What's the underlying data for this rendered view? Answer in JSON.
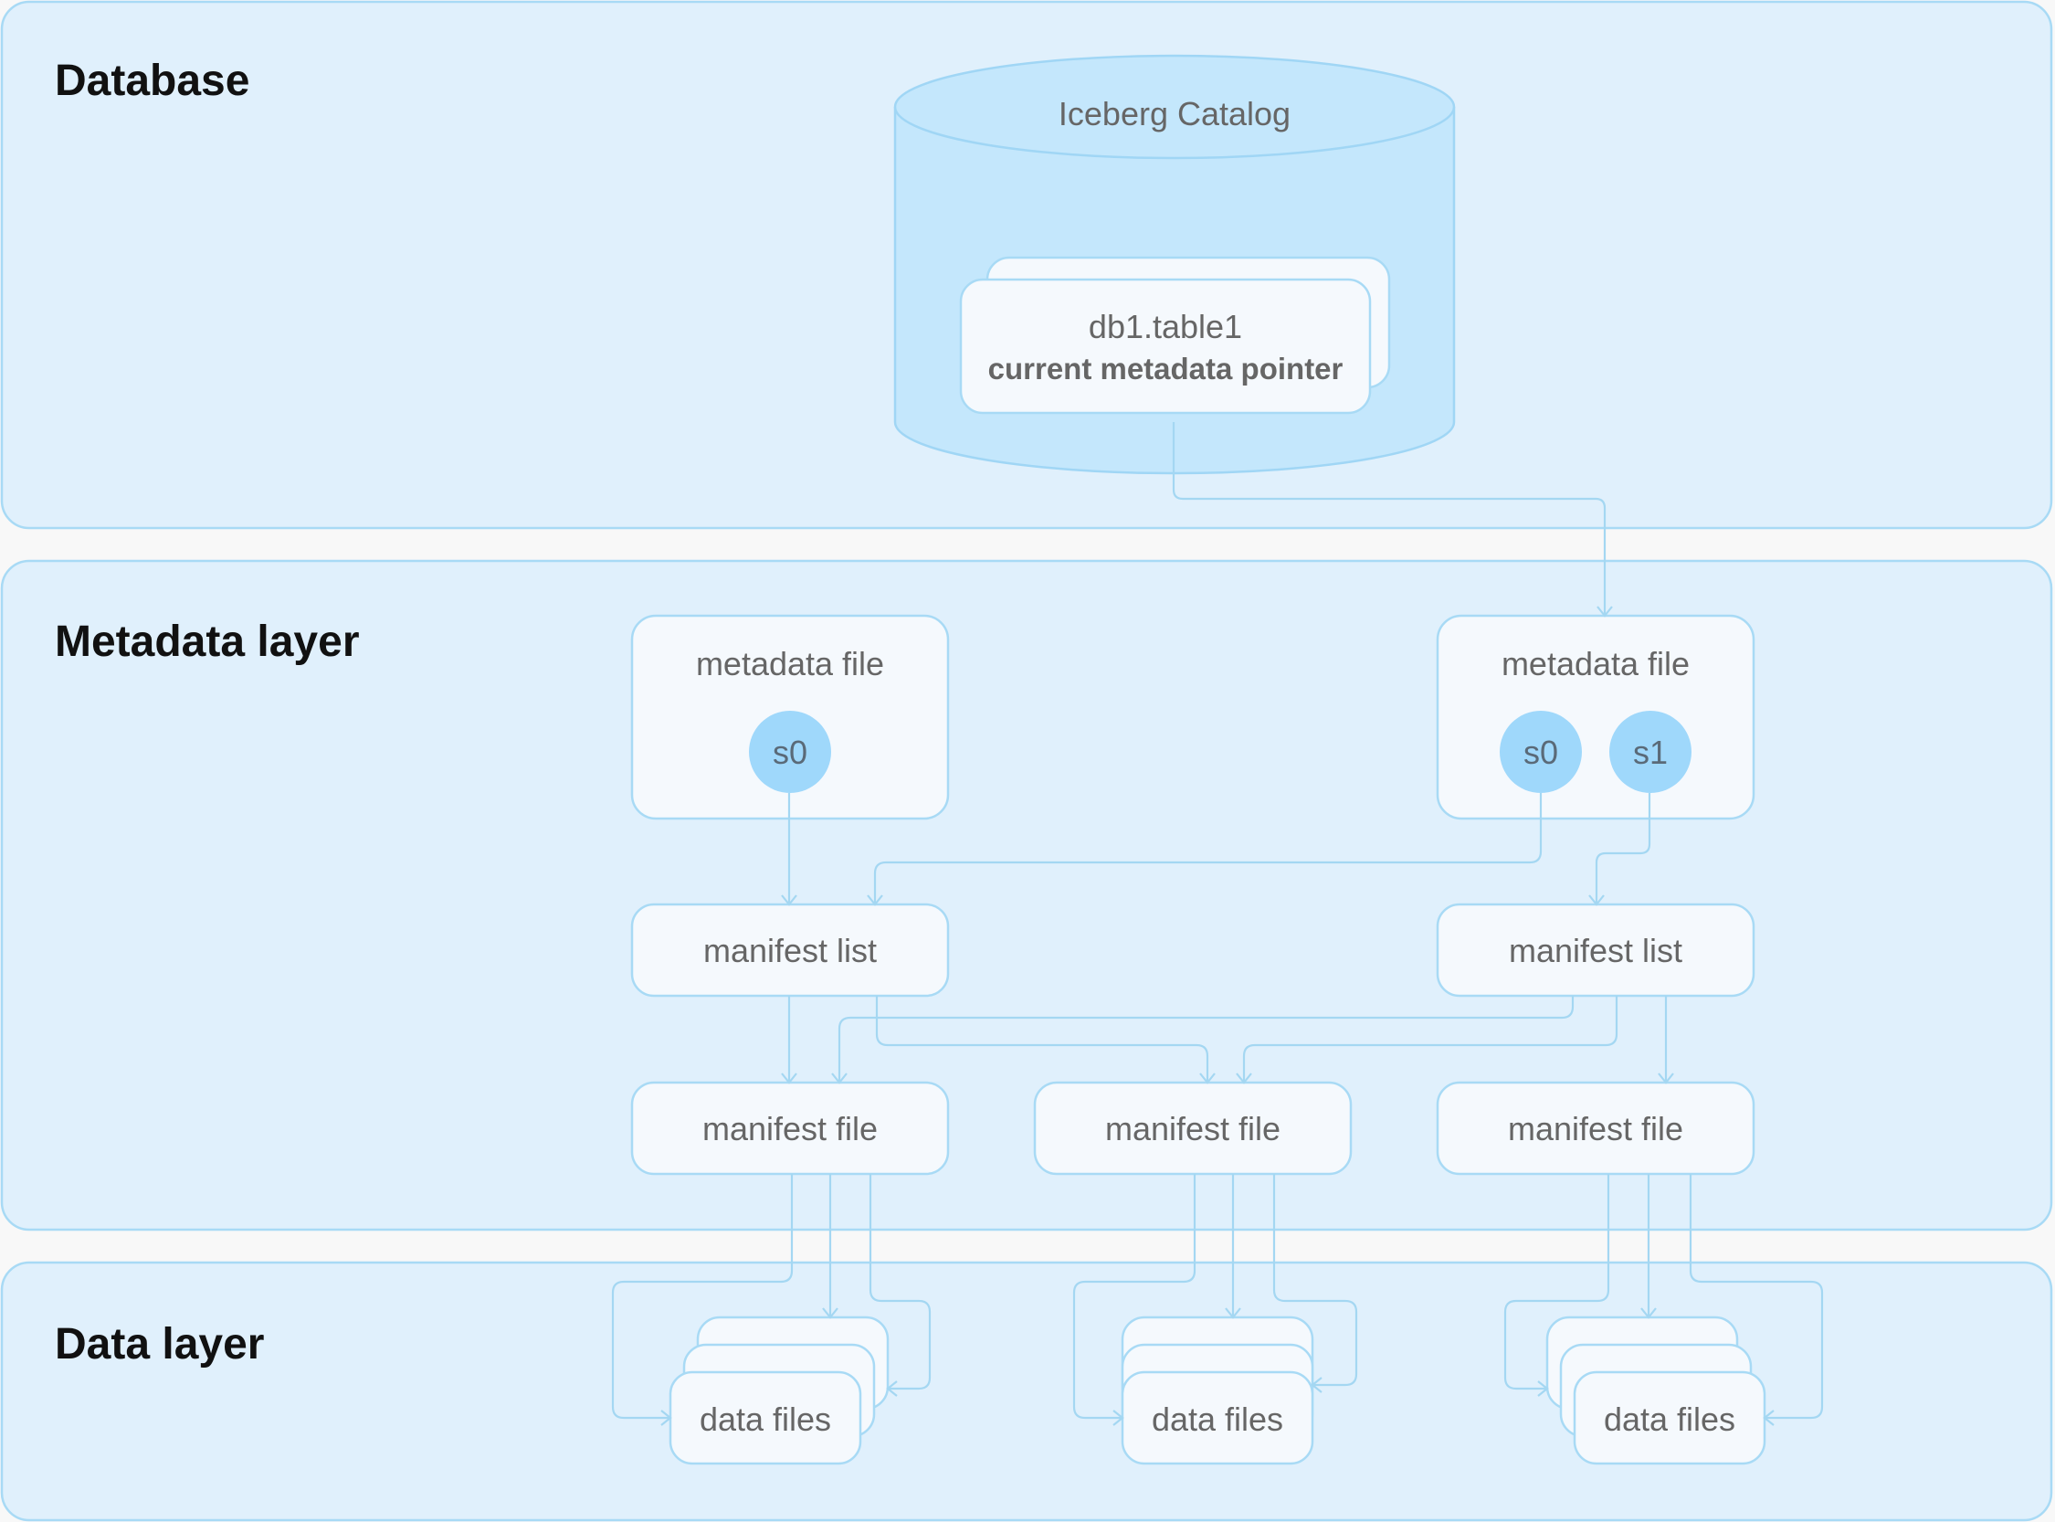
{
  "layers": {
    "database": "Database",
    "metadata": "Metadata layer",
    "data": "Data layer"
  },
  "catalog": {
    "label": "Iceberg Catalog",
    "table_name": "db1.table1",
    "pointer_label": "current metadata pointer"
  },
  "metadata_files": [
    {
      "label": "metadata file",
      "snapshots": [
        "s0"
      ]
    },
    {
      "label": "metadata file",
      "snapshots": [
        "s0",
        "s1"
      ]
    }
  ],
  "manifest_lists": [
    "manifest list",
    "manifest list"
  ],
  "manifest_files": [
    "manifest file",
    "manifest file",
    "manifest file"
  ],
  "data_files": [
    "data files",
    "data files",
    "data files"
  ],
  "colors": {
    "panel_fill": "#e0f0fc",
    "border": "#a8daf5",
    "box_fill": "#f5f9fd",
    "cylinder_fill": "#c4e7fc",
    "snapshot_fill": "#9fd8fb",
    "connector": "#a4d7f2",
    "title_text": "#111111",
    "label_text": "#666666"
  }
}
